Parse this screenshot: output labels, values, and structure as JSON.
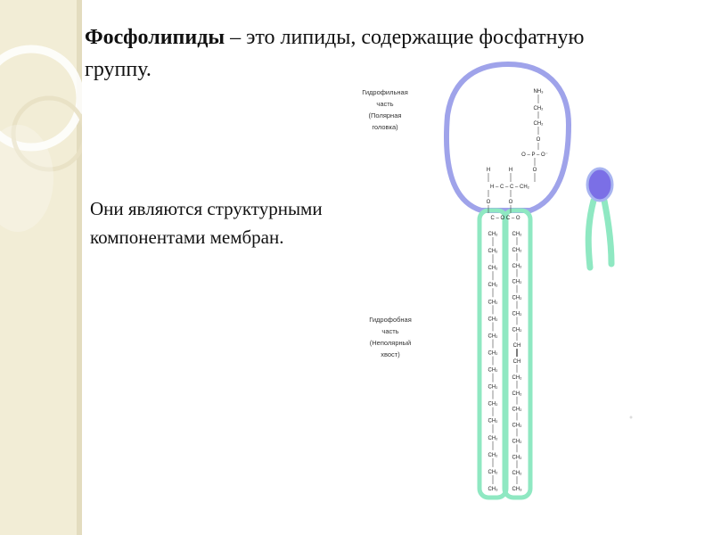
{
  "slide": {
    "title_bold": "Фосфолипиды",
    "title_rest": " – это липиды, содержащие фосфатную группу.",
    "subtitle": "Они являются структурными компонентами мембран."
  },
  "diagram": {
    "head_label": [
      "Гидрофильная",
      "часть",
      "(Полярная",
      "головка)"
    ],
    "tail_label": [
      "Гидрофобная",
      "часть",
      "(Неполярный",
      "хвост)"
    ],
    "head_formula": {
      "nh3": "NH₃",
      "ch2_a": "CH₂",
      "ch2_b": "CH₂",
      "o1": "O",
      "phosphate": "O – P – O⁻",
      "o2": "O",
      "h_left": "H",
      "h_right": "H",
      "c_row": "H –  C  –  C  –  CH₂",
      "o_left": "O",
      "o_right": "O",
      "ester": "C – O   C – O"
    },
    "left_chain": [
      "CH₂",
      "CH₂",
      "CH₂",
      "CH₂",
      "CH₂",
      "CH₂",
      "CH₂",
      "CH₂",
      "CH₂",
      "CH₂",
      "CH₂",
      "CH₂",
      "CH₂",
      "CH₂",
      "CH₂",
      "CH₃"
    ],
    "right_chain": [
      "CH₂",
      "CH₂",
      "CH₂",
      "CH₂",
      "CH₂",
      "CH₂",
      "CH₂",
      "CH",
      "CH",
      "CH₂",
      "CH₂",
      "CH₂",
      "CH₂",
      "CH₂",
      "CH₂",
      "CH₂",
      "CH₃"
    ],
    "colors": {
      "head": "#9fa3ea",
      "tail": "#8fe8c2",
      "icon_head": "#7b6fe6",
      "icon_head_stroke": "#a8b4f0"
    }
  }
}
